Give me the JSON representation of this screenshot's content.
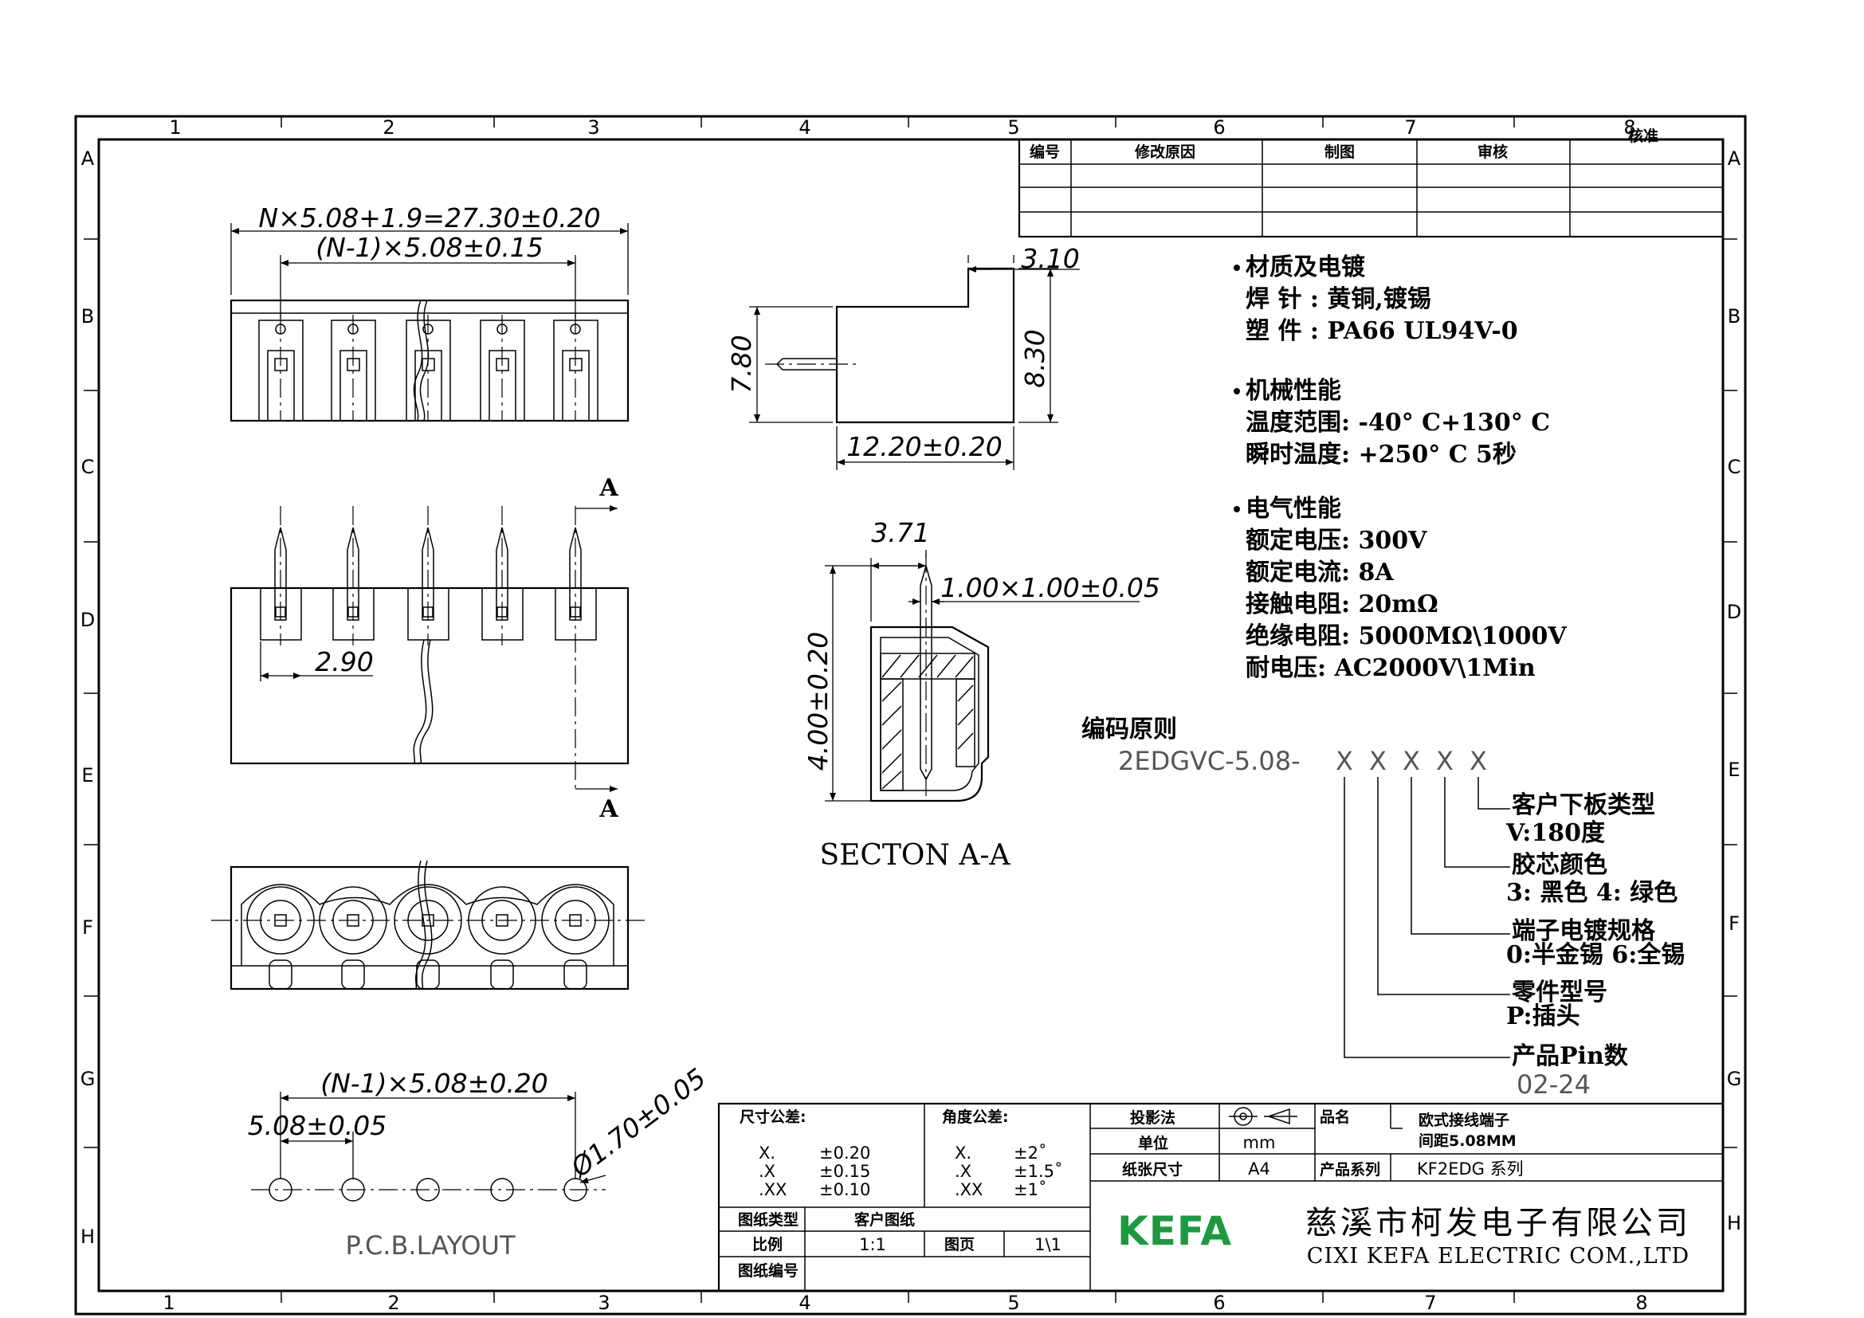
{
  "grid": {
    "columns": [
      "1",
      "2",
      "3",
      "4",
      "5",
      "6",
      "7",
      "8"
    ],
    "rows": [
      "A",
      "B",
      "C",
      "D",
      "E",
      "F",
      "G",
      "H"
    ]
  },
  "revision_table": {
    "headers": [
      "编号",
      "修改原因",
      "制图",
      "审核",
      "核准"
    ]
  },
  "dimensions": {
    "overall_length": "N×5.08+1.9=27.30±0.20",
    "pin_pitch_top": "(N-1)×5.08±0.15",
    "pin_offset": "2.90",
    "section_marker": "A",
    "side_top": "3.10",
    "side_height_left": "7.80",
    "side_height_right": "8.30",
    "side_width": "12.20±0.20",
    "sec_offset": "3.71",
    "pin_size": "1.00×1.00±0.05",
    "sec_height": "4.00±0.20",
    "section_label": "SECTON   A-A",
    "pcb_pitch_total": "(N-1)×5.08±0.20",
    "pcb_pitch": "5.08±0.05",
    "pcb_hole": "Ø1.70±0.05",
    "pcb_label": "P.C.B.LAYOUT"
  },
  "specs": {
    "material_title": "材质及电镀",
    "material_lines": [
      "焊 针 : 黄铜,镀锡",
      "塑 件 : PA66 UL94V-0"
    ],
    "mechanical_title": "机械性能",
    "mechanical_lines": [
      "温度范围: -40° C+130° C",
      "瞬时温度: +250° C 5秒"
    ],
    "electrical_title": "电气性能",
    "electrical_lines": [
      "额定电压: 300V",
      "额定电流: 8A",
      "接触电阻: 20mΩ",
      "绝缘电阻: 5000MΩ\\1000V",
      "耐电压: AC2000V\\1Min"
    ]
  },
  "coding": {
    "title": "编码原则",
    "prefix": "2EDGVC-5.08-",
    "placeholder": "X",
    "legend": [
      {
        "label": "客户下板类型",
        "value": "V:180度"
      },
      {
        "label": "胶芯颜色",
        "value": "3: 黑色  4: 绿色"
      },
      {
        "label": "端子电镀规格",
        "value": "0:半金锡  6:全锡"
      },
      {
        "label": "零件型号",
        "value": "P:插头"
      },
      {
        "label": "产品Pin数",
        "value": "02-24"
      }
    ]
  },
  "title_block": {
    "dim_tol_label": "尺寸公差:",
    "dim_tol": [
      [
        "X.",
        "±0.20"
      ],
      [
        ".X",
        "±0.15"
      ],
      [
        ".XX",
        "±0.10"
      ]
    ],
    "ang_tol_label": "角度公差:",
    "ang_tol": [
      [
        "X.",
        "±2˚"
      ],
      [
        ".X",
        "±1.5˚"
      ],
      [
        ".XX",
        "±1˚"
      ]
    ],
    "drawing_type_label": "图纸类型",
    "drawing_type": "客户图纸",
    "scale_label": "比例",
    "scale": "1:1",
    "page_label": "图页",
    "page": "1\\1",
    "drawing_no_label": "图纸编号",
    "projection_label": "投影法",
    "unit_label": "单位",
    "unit": "mm",
    "paper_label": "纸张尺寸",
    "paper": "A4",
    "product_name_label": "品名",
    "product_name": "欧式接线端子",
    "product_pitch_prefix": "间距",
    "product_pitch_value": "5.08MM",
    "series_label": "产品系列",
    "series": "KF2EDG 系列",
    "logo": "KEFA",
    "company_cn": "慈溪市柯发电子有限公司",
    "company_en": "CIXI KEFA ELECTRIC COM.,LTD"
  },
  "colors": {
    "logo_green": "#1a9a3c"
  }
}
